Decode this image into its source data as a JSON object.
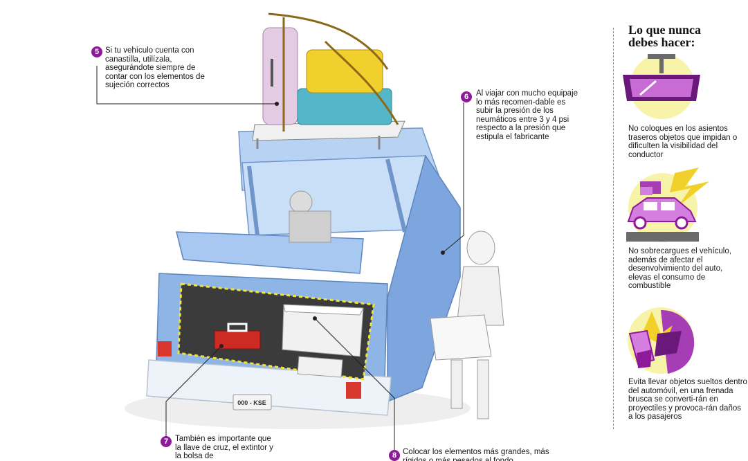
{
  "callouts": {
    "n5": {
      "number": "5",
      "text": "Si tu vehículo cuenta con canastilla, utilízala, asegurándote siempre de contar con los elementos de sujeción correctos"
    },
    "n6": {
      "number": "6",
      "text": "Al viajar con mucho equipaje lo más recomen-dable es subir la presión de los neumáticos entre 3 y 4 psi respecto a la presión que estipula el fabricante"
    },
    "n7": {
      "number": "7",
      "text": "También es importante que la llave de cruz, el extintor y la bolsa de"
    },
    "n8": {
      "number": "8",
      "text": "Colocar los elementos más grandes, más rígidos o más pesados al fondo"
    }
  },
  "plate": "000 - KSE",
  "sidebar": {
    "title_line1": "Lo que nunca",
    "title_line2": "debes hacer:",
    "items": [
      {
        "icon": "rearview-mirror-icon",
        "text": "No coloques en los asientos traseros objetos que impidan o dificulten la visibilidad del conductor"
      },
      {
        "icon": "overloaded-car-icon",
        "text": "No sobrecargues el vehículo, además de afectar el desenvolvimiento del auto, elevas el consumo de combustible"
      },
      {
        "icon": "loose-objects-icon",
        "text": "Evita llevar objetos sueltos dentro del automóvil, en una frenada brusca se converti-rán en proyectiles y provoca-rán daños a los pasajeros"
      }
    ]
  },
  "colors": {
    "accent_purple": "#8e1a9a",
    "car_blue": "#8fb4e6",
    "icon_yellow": "#f7f3a8",
    "trunk_dashes": "#f2e23a"
  }
}
